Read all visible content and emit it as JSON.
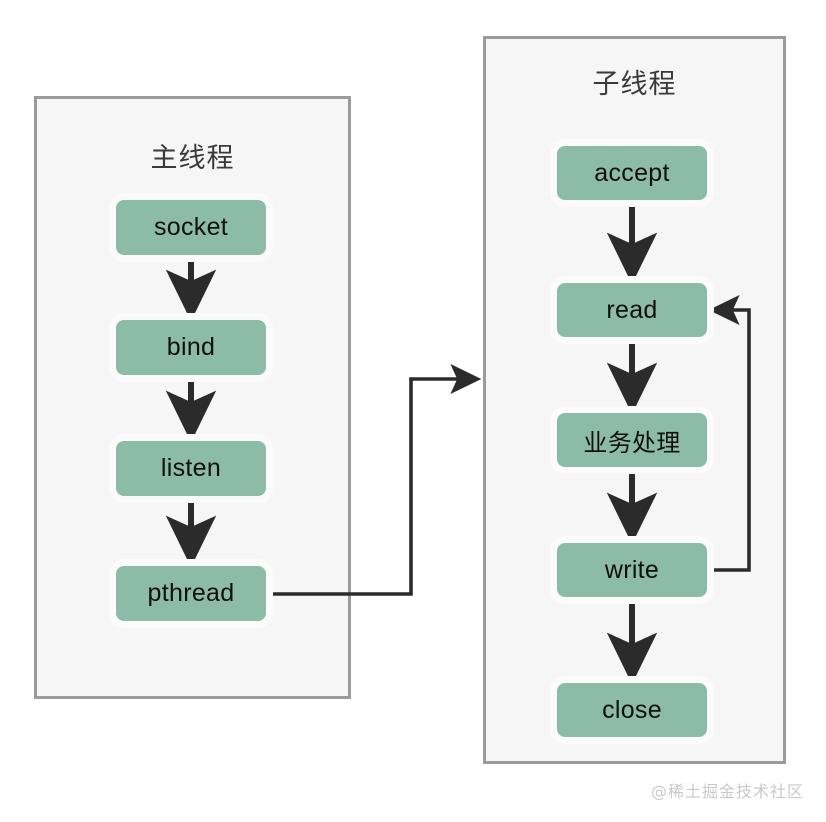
{
  "diagram": {
    "title_main_thread": "主线程",
    "title_child_thread": "子线程",
    "colors": {
      "node_fill": "#8cbca7",
      "lane_fill": "#f6f6f6",
      "lane_border": "#9b9b9b",
      "edge": "#2b2b2b",
      "node_text": "#101010",
      "watermark": "#c9c9c9"
    },
    "lanes": [
      {
        "id": "main-thread",
        "label": "主线程",
        "nodes": [
          {
            "id": "socket",
            "label": "socket"
          },
          {
            "id": "bind",
            "label": "bind"
          },
          {
            "id": "listen",
            "label": "listen"
          },
          {
            "id": "pthread",
            "label": "pthread"
          }
        ]
      },
      {
        "id": "child-thread",
        "label": "子线程",
        "nodes": [
          {
            "id": "accept",
            "label": "accept"
          },
          {
            "id": "read",
            "label": "read"
          },
          {
            "id": "biz",
            "label": "业务处理"
          },
          {
            "id": "write",
            "label": "write"
          },
          {
            "id": "close",
            "label": "close"
          }
        ]
      }
    ],
    "edges": [
      {
        "from": "socket",
        "to": "bind",
        "kind": "straight-down"
      },
      {
        "from": "bind",
        "to": "listen",
        "kind": "straight-down"
      },
      {
        "from": "listen",
        "to": "pthread",
        "kind": "straight-down"
      },
      {
        "from": "pthread",
        "to": "child-thread",
        "kind": "elbow-right-up"
      },
      {
        "from": "accept",
        "to": "read",
        "kind": "straight-down"
      },
      {
        "from": "read",
        "to": "biz",
        "kind": "straight-down"
      },
      {
        "from": "biz",
        "to": "write",
        "kind": "straight-down"
      },
      {
        "from": "write",
        "to": "close",
        "kind": "straight-down"
      },
      {
        "from": "write",
        "to": "read",
        "kind": "loop-back-up"
      }
    ],
    "watermark": "@稀土掘金技术社区"
  }
}
